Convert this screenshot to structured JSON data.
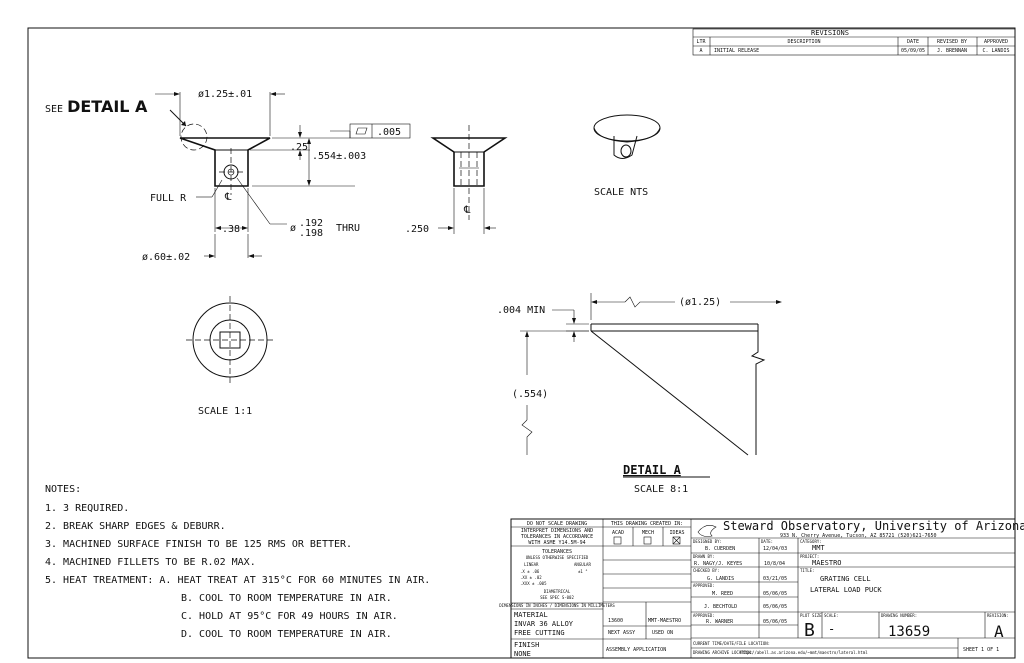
{
  "revisions": {
    "title": "REVISIONS",
    "headers": [
      "LTR",
      "DESCRIPTION",
      "DATE",
      "REVISED BY",
      "APPROVED"
    ],
    "row": [
      "A",
      "INITIAL RELEASE",
      "05/09/05",
      "J. BRENNAN",
      "C. LANDIS"
    ]
  },
  "front_view": {
    "see_detail_prefix": "SEE",
    "see_detail_name": "DETAIL A",
    "dim_top": "ø1.25±.01",
    "dim_25": ".25",
    "dim_554": ".554±.003",
    "flatness_value": ".005",
    "full_r": "FULL R",
    "dim_38": ".38",
    "hole_prefix": "ø",
    "hole_top": ".192",
    "hole_bottom": ".198",
    "hole_suffix": "THRU",
    "dim_60": "ø.60±.02",
    "centerline": "℄"
  },
  "side_view": {
    "dim_250": ".250",
    "centerline": "℄"
  },
  "iso_view": {
    "scale": "SCALE NTS"
  },
  "top_view": {
    "scale": "SCALE 1:1"
  },
  "detail_view": {
    "dim_004": ".004 MIN",
    "dim_125": "(ø1.25)",
    "dim_554": "(.554)",
    "title": "DETAIL A",
    "scale": "SCALE 8:1"
  },
  "notes": {
    "heading": "NOTES:",
    "items": [
      "1. 3 REQUIRED.",
      "2. BREAK SHARP EDGES & DEBURR.",
      "3. MACHINED SURFACE FINISH TO BE 125 RMS OR BETTER.",
      "4. MACHINED FILLETS TO BE R.02 MAX.",
      "5. HEAT TREATMENT: A. HEAT TREAT AT 315°C FOR 60 MINUTES IN AIR.",
      "B. COOL TO ROOM TEMPERATURE IN AIR.",
      "C. HOLD AT 95°C FOR 49 HOURS IN AIR.",
      "D. COOL TO ROOM TEMPERATURE IN AIR."
    ]
  },
  "title_block": {
    "do_not_scale": "DO NOT SCALE DRAWING",
    "interpret_1": "INTERPRET DIMENSIONS AND",
    "interpret_2": "TOLERANCES IN ACCORDANCE",
    "interpret_3": "WITH ASME Y14.5M-94",
    "tolerances": "TOLERANCES",
    "tol_unless": "UNLESS OTHERWISE SPECIFIED",
    "tol_linear": "LINEAR",
    "tol_angular": "ANGULAR",
    "tol_x": ".X   ± .06",
    "tol_xx": ".XX  ± .02",
    "tol_xxx": ".XXX ± .005",
    "tol_ang_val": "±1 °",
    "tol_diam": "DIAMETRICAL",
    "tol_spec": "SEE SPEC S-002",
    "dim_inches": "DIMENSIONS IN INCHES / DIMENSIONS IN MILLIMETERS",
    "created_in": "THIS DRAWING CREATED IN:",
    "cad_options": [
      "ACAD",
      "MECH",
      "IDEAS"
    ],
    "cad_checked": "IDEAS",
    "material_label": "MATERIAL",
    "material_1": "INVAR 36 ALLOY",
    "material_2": "FREE CUTTING",
    "finish_label": "FINISH",
    "finish_value": "NONE",
    "next_assy_val": "13600",
    "used_on_val": "MMT-MAESTRO",
    "next_assy": "NEXT ASSY",
    "used_on": "USED ON",
    "assembly_app": "ASSEMBLY APPLICATION",
    "org_name": "Steward Observatory, University of Arizona",
    "org_address": "933 N. Cherry Avenue, Tucson, AZ 85721  (520)621-7650",
    "designed_by_label": "DESIGNED BY:",
    "designed_by": "B. CUERDEN",
    "designed_date_label": "DATE:",
    "designed_date": "12/04/03",
    "category_label": "CATEGORY:",
    "category": "MMT",
    "drawn_by_label": "DRAWN BY:",
    "drawn_by": "R. NAGY/J. KEYES",
    "drawn_date": "10/8/04",
    "project_label": "PROJECT:",
    "project": "MAESTRO",
    "checked_by_label": "CHECKED BY:",
    "checked_by": "G. LANDIS",
    "checked_date": "03/21/05",
    "title_label": "TITLE:",
    "title_1": "GRATING CELL",
    "title_2": "LATERAL LOAD PUCK",
    "approved1_label": "APPROVED:",
    "approved1": "M. REED",
    "approved1_date": "05/06/05",
    "approved2": "J. BECHTOLD",
    "approved2_date": "05/06/05",
    "approved3": "R. WARNER",
    "approved3_date": "05/06/05",
    "plot_size_label": "PLOT SIZE",
    "plot_size": "B",
    "scale_label": "SCALE:",
    "scale": "-",
    "drawing_number_label": "DRAWING NUMBER:",
    "drawing_number": "13659",
    "revision_label": "REVISION:",
    "revision": "A",
    "current_time_label": "CURRENT TIME/DATE/FILE LOCATION:",
    "archive_label": "DRAWING ARCHIVE LOCATION:",
    "archive_url": "http://abell.as.arizona.edu/~mmt/maestro/lateral.html",
    "sheet": "SHEET 1 OF 1"
  }
}
